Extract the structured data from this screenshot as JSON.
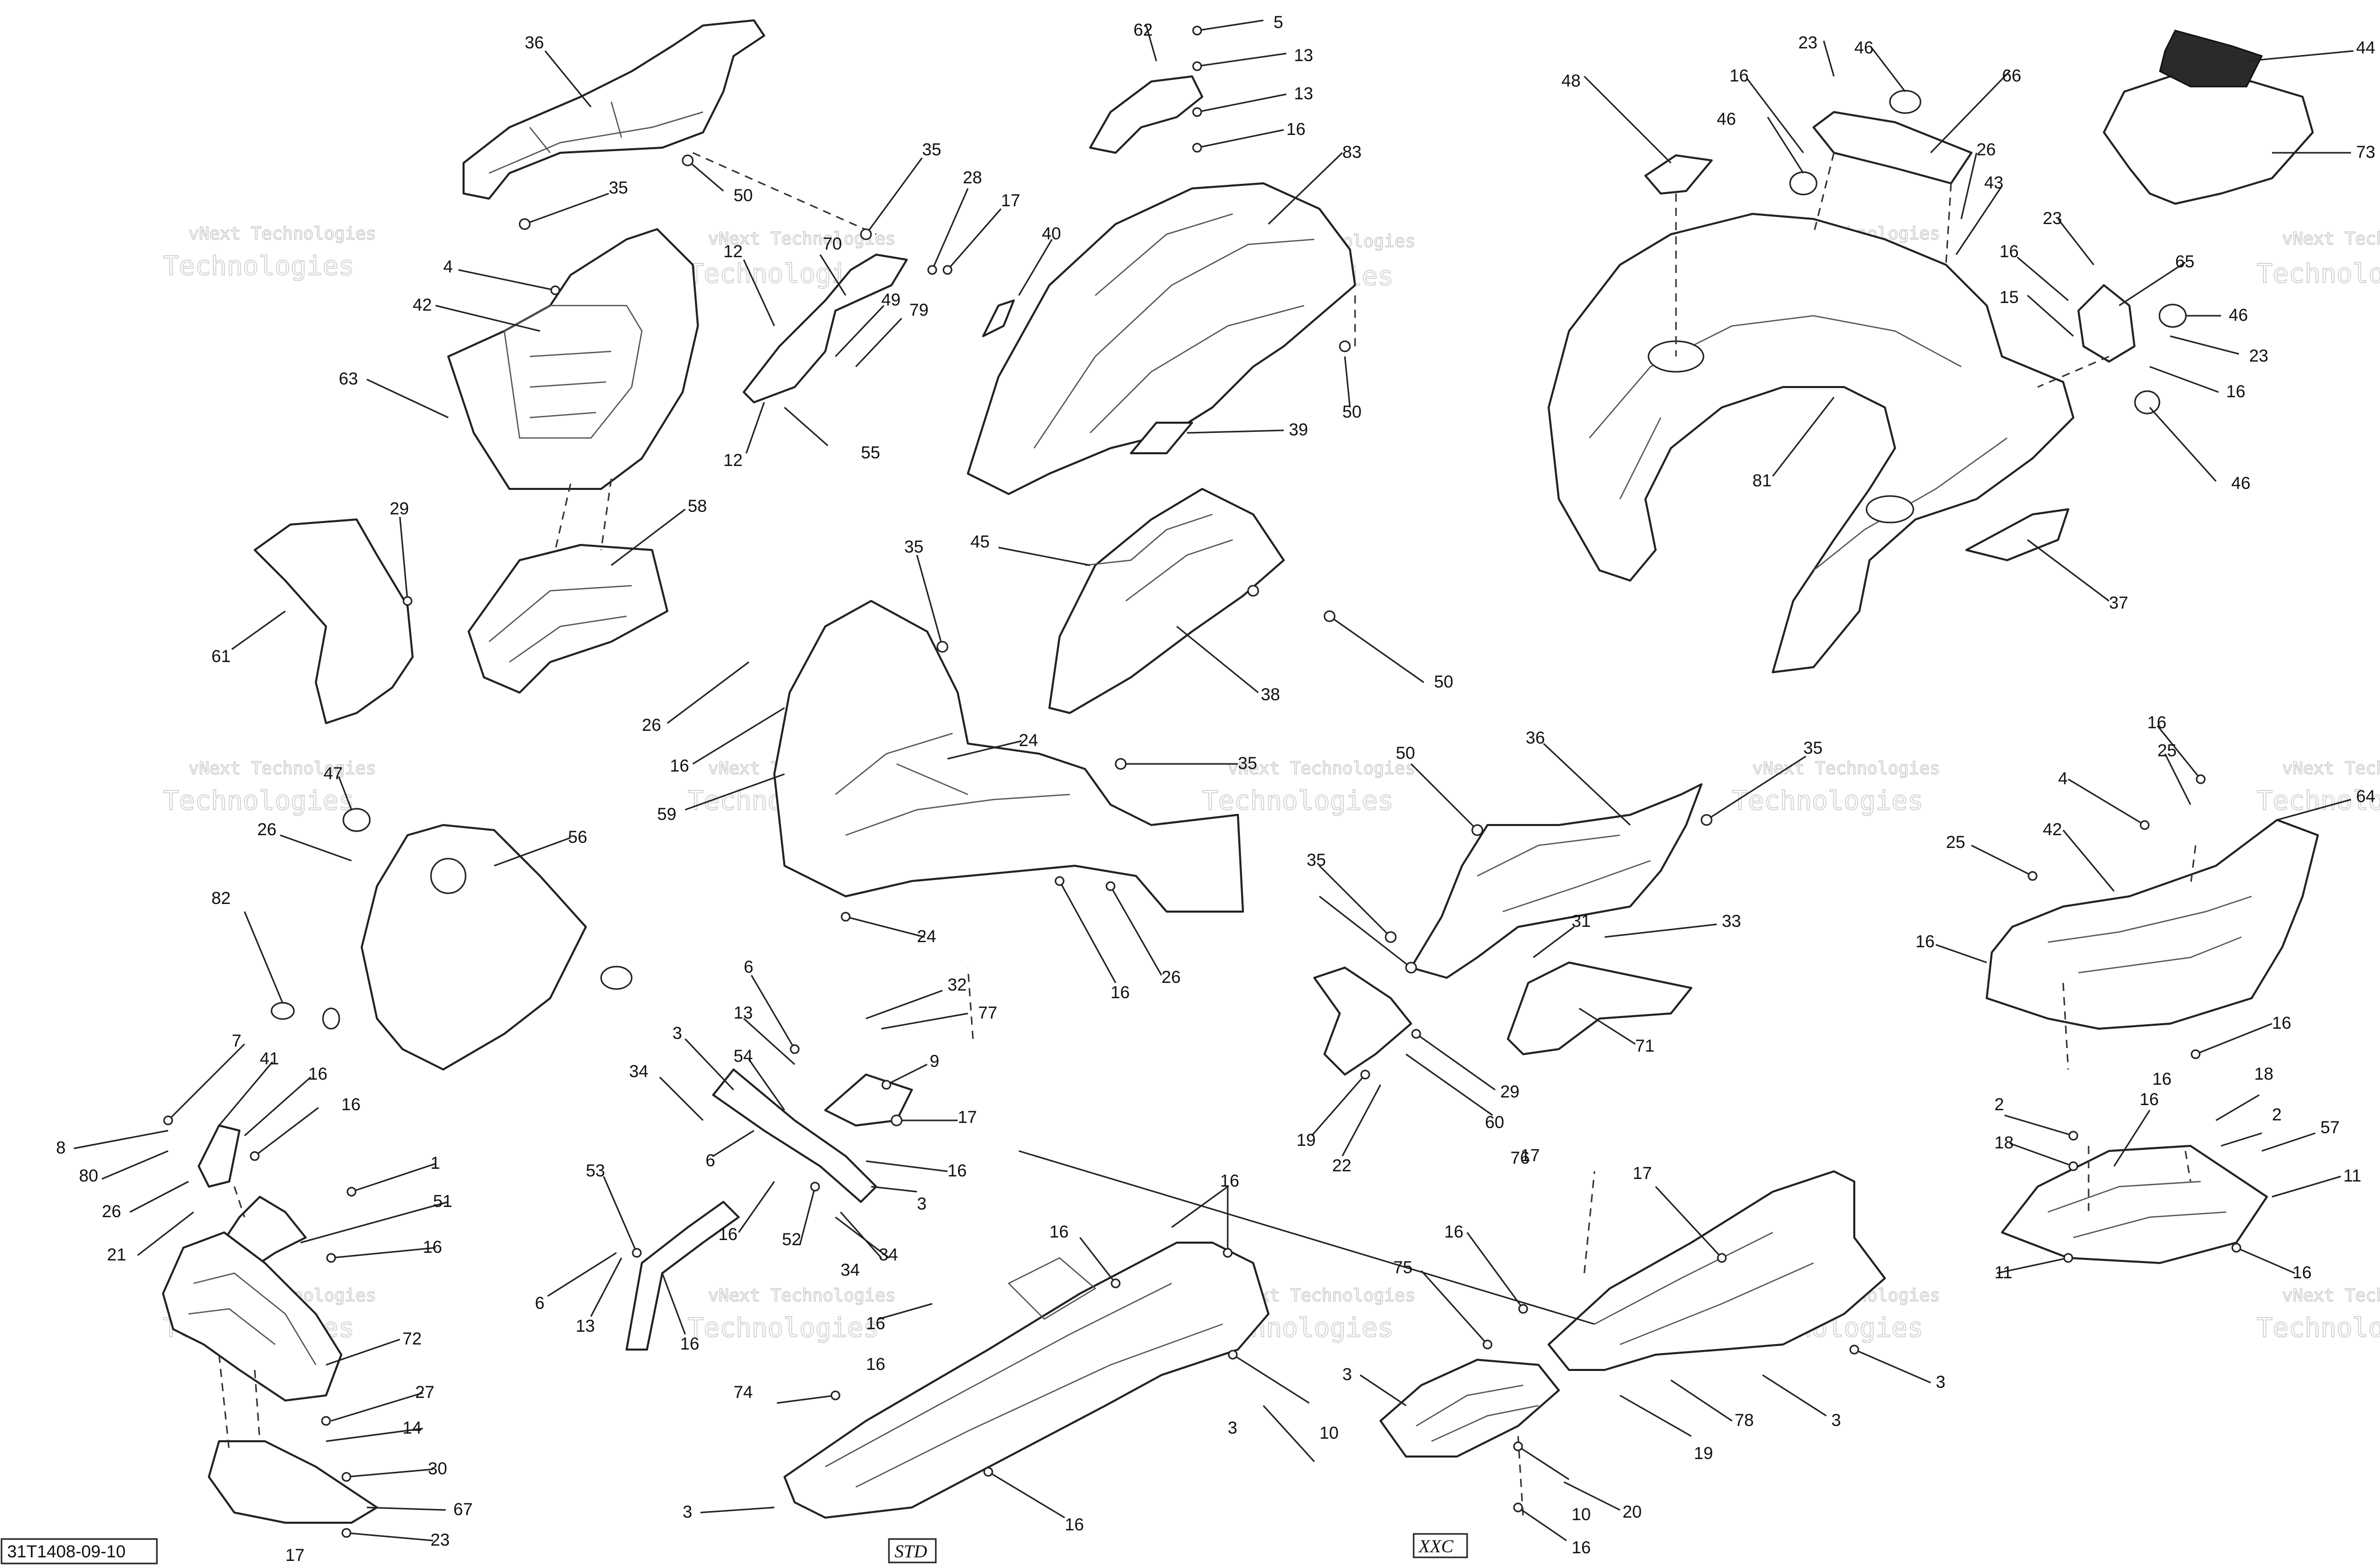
{
  "diagram": {
    "reference_code": "31T1408-09-10",
    "variant_labels": {
      "std": "STD",
      "xxc": "XXC"
    },
    "watermark": {
      "line1": "vNext Technologies",
      "line2": "Technologies"
    },
    "callouts": [
      {
        "id": "c1",
        "text": "36"
      },
      {
        "id": "c2",
        "text": "50"
      },
      {
        "id": "c3",
        "text": "35"
      },
      {
        "id": "c4",
        "text": "4"
      },
      {
        "id": "c5",
        "text": "42"
      },
      {
        "id": "c6",
        "text": "63"
      },
      {
        "id": "c7",
        "text": "29"
      },
      {
        "id": "c8",
        "text": "61"
      },
      {
        "id": "c9",
        "text": "58"
      },
      {
        "id": "c10",
        "text": "12"
      },
      {
        "id": "c11",
        "text": "70"
      },
      {
        "id": "c12",
        "text": "35"
      },
      {
        "id": "c13",
        "text": "28"
      },
      {
        "id": "c14",
        "text": "17"
      },
      {
        "id": "c15",
        "text": "49"
      },
      {
        "id": "c16",
        "text": "79"
      },
      {
        "id": "c17",
        "text": "12"
      },
      {
        "id": "c18",
        "text": "55"
      },
      {
        "id": "c19",
        "text": "62"
      },
      {
        "id": "c20",
        "text": "5"
      },
      {
        "id": "c21",
        "text": "13"
      },
      {
        "id": "c22",
        "text": "13"
      },
      {
        "id": "c23",
        "text": "16"
      },
      {
        "id": "c24",
        "text": "40"
      },
      {
        "id": "c25",
        "text": "83"
      },
      {
        "id": "c26",
        "text": "50"
      },
      {
        "id": "c27",
        "text": "39"
      },
      {
        "id": "c28",
        "text": "35"
      },
      {
        "id": "c29",
        "text": "45"
      },
      {
        "id": "c30",
        "text": "38"
      },
      {
        "id": "c31",
        "text": "50"
      },
      {
        "id": "c32",
        "text": "26"
      },
      {
        "id": "c33",
        "text": "16"
      },
      {
        "id": "c34",
        "text": "59"
      },
      {
        "id": "c35",
        "text": "24"
      },
      {
        "id": "c36",
        "text": "35"
      },
      {
        "id": "c37",
        "text": "24"
      },
      {
        "id": "c38",
        "text": "16"
      },
      {
        "id": "c39",
        "text": "26"
      },
      {
        "id": "c40",
        "text": "47"
      },
      {
        "id": "c41",
        "text": "26"
      },
      {
        "id": "c42",
        "text": "56"
      },
      {
        "id": "c43",
        "text": "82"
      },
      {
        "id": "c44",
        "text": "48"
      },
      {
        "id": "c45",
        "text": "23"
      },
      {
        "id": "c46",
        "text": "16"
      },
      {
        "id": "c47",
        "text": "46"
      },
      {
        "id": "c48",
        "text": "46"
      },
      {
        "id": "c49",
        "text": "66"
      },
      {
        "id": "c50",
        "text": "26"
      },
      {
        "id": "c51",
        "text": "43"
      },
      {
        "id": "c52",
        "text": "23"
      },
      {
        "id": "c53",
        "text": "16"
      },
      {
        "id": "c54",
        "text": "65"
      },
      {
        "id": "c55",
        "text": "15"
      },
      {
        "id": "c56",
        "text": "46"
      },
      {
        "id": "c57",
        "text": "23"
      },
      {
        "id": "c58",
        "text": "16"
      },
      {
        "id": "c59",
        "text": "46"
      },
      {
        "id": "c60",
        "text": "81"
      },
      {
        "id": "c61",
        "text": "37"
      },
      {
        "id": "c62",
        "text": "44"
      },
      {
        "id": "c63",
        "text": "73"
      },
      {
        "id": "c64",
        "text": "50"
      },
      {
        "id": "c65",
        "text": "36"
      },
      {
        "id": "c66",
        "text": "35"
      },
      {
        "id": "c67",
        "text": "35"
      },
      {
        "id": "c68",
        "text": "31"
      },
      {
        "id": "c69",
        "text": "33"
      },
      {
        "id": "c70",
        "text": "71"
      },
      {
        "id": "c71",
        "text": "29"
      },
      {
        "id": "c72",
        "text": "60"
      },
      {
        "id": "c73",
        "text": "19"
      },
      {
        "id": "c74",
        "text": "22"
      },
      {
        "id": "c75",
        "text": "16"
      },
      {
        "id": "c76",
        "text": "25"
      },
      {
        "id": "c77",
        "text": "4"
      },
      {
        "id": "c78",
        "text": "64"
      },
      {
        "id": "c79",
        "text": "25"
      },
      {
        "id": "c80",
        "text": "42"
      },
      {
        "id": "c81",
        "text": "16"
      },
      {
        "id": "c82",
        "text": "16"
      },
      {
        "id": "c83",
        "text": "7"
      },
      {
        "id": "c84",
        "text": "41"
      },
      {
        "id": "c85",
        "text": "16"
      },
      {
        "id": "c86",
        "text": "16"
      },
      {
        "id": "c87",
        "text": "8"
      },
      {
        "id": "c88",
        "text": "80"
      },
      {
        "id": "c89",
        "text": "26"
      },
      {
        "id": "c90",
        "text": "21"
      },
      {
        "id": "c91",
        "text": "1"
      },
      {
        "id": "c92",
        "text": "51"
      },
      {
        "id": "c93",
        "text": "16"
      },
      {
        "id": "c94",
        "text": "72"
      },
      {
        "id": "c95",
        "text": "27"
      },
      {
        "id": "c96",
        "text": "14"
      },
      {
        "id": "c97",
        "text": "30"
      },
      {
        "id": "c98",
        "text": "67"
      },
      {
        "id": "c99",
        "text": "23"
      },
      {
        "id": "c100",
        "text": "17"
      },
      {
        "id": "c101",
        "text": "6"
      },
      {
        "id": "c102",
        "text": "32"
      },
      {
        "id": "c103",
        "text": "13"
      },
      {
        "id": "c104",
        "text": "77"
      },
      {
        "id": "c105",
        "text": "3"
      },
      {
        "id": "c106",
        "text": "54"
      },
      {
        "id": "c107",
        "text": "9"
      },
      {
        "id": "c108",
        "text": "34"
      },
      {
        "id": "c109",
        "text": "17"
      },
      {
        "id": "c110",
        "text": "6"
      },
      {
        "id": "c111",
        "text": "16"
      },
      {
        "id": "c112",
        "text": "53"
      },
      {
        "id": "c113",
        "text": "3"
      },
      {
        "id": "c114",
        "text": "16"
      },
      {
        "id": "c115",
        "text": "52"
      },
      {
        "id": "c116",
        "text": "34"
      },
      {
        "id": "c117",
        "text": "34"
      },
      {
        "id": "c118",
        "text": "6"
      },
      {
        "id": "c119",
        "text": "13"
      },
      {
        "id": "c120",
        "text": "16"
      },
      {
        "id": "c121",
        "text": "16"
      },
      {
        "id": "c122",
        "text": "16"
      },
      {
        "id": "c123",
        "text": "16"
      },
      {
        "id": "c124",
        "text": "16"
      },
      {
        "id": "c125",
        "text": "17"
      },
      {
        "id": "c126",
        "text": "74"
      },
      {
        "id": "c127",
        "text": "3"
      },
      {
        "id": "c128",
        "text": "10"
      },
      {
        "id": "c129",
        "text": "3"
      },
      {
        "id": "c130",
        "text": "16"
      },
      {
        "id": "c131",
        "text": "76"
      },
      {
        "id": "c132",
        "text": "17"
      },
      {
        "id": "c133",
        "text": "16"
      },
      {
        "id": "c134",
        "text": "75"
      },
      {
        "id": "c135",
        "text": "3"
      },
      {
        "id": "c136",
        "text": "3"
      },
      {
        "id": "c137",
        "text": "3"
      },
      {
        "id": "c138",
        "text": "78"
      },
      {
        "id": "c139",
        "text": "19"
      },
      {
        "id": "c140",
        "text": "10"
      },
      {
        "id": "c141",
        "text": "20"
      },
      {
        "id": "c142",
        "text": "16"
      },
      {
        "id": "c143",
        "text": "2"
      },
      {
        "id": "c144",
        "text": "16"
      },
      {
        "id": "c145",
        "text": "18"
      },
      {
        "id": "c146",
        "text": "18"
      },
      {
        "id": "c147",
        "text": "2"
      },
      {
        "id": "c148",
        "text": "57"
      },
      {
        "id": "c149",
        "text": "11"
      },
      {
        "id": "c150",
        "text": "11"
      },
      {
        "id": "c151",
        "text": "16"
      }
    ]
  }
}
